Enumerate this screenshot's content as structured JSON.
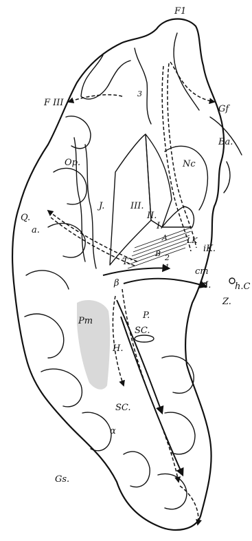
{
  "labels": {
    "F1": "F1",
    "FIII": "F III",
    "num3": "3",
    "Gf": "Gf",
    "Ba": "Ba.",
    "Op": "Op.",
    "Nc": "Nc",
    "J": "J.",
    "III": "III.",
    "II": "II.",
    "I": "I.",
    "Q": "Q.",
    "a": "a.",
    "A": "A",
    "LK": "LK",
    "iK": "iK.",
    "B": "B",
    "num2": "2",
    "num1": "1",
    "T": "T.",
    "cm": "cm",
    "M": "M.",
    "beta": "β",
    "hC": "h.C",
    "Pm": "Pm",
    "P": "P.",
    "Z": "Z.",
    "SC1": "SC.",
    "H": "H.",
    "SC2": "SC.",
    "alpha": "α",
    "Gs": "Gs."
  }
}
